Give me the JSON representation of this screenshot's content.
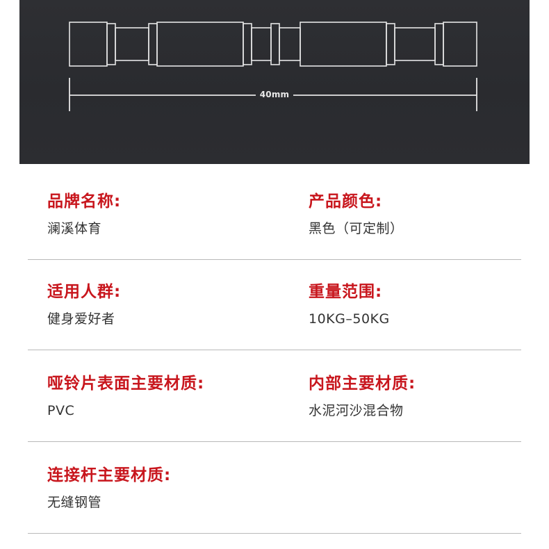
{
  "banner": {
    "dimension_label": "40mm"
  },
  "specs": [
    {
      "left": {
        "label": "品牌名称:",
        "value": "澜溪体育"
      },
      "right": {
        "label": "产品颜色:",
        "value": "黑色（可定制）"
      }
    },
    {
      "left": {
        "label": "适用人群:",
        "value": "健身爱好者"
      },
      "right": {
        "label": "重量范围:",
        "value": "10KG–50KG"
      }
    },
    {
      "left": {
        "label": "哑铃片表面主要材质:",
        "value": "PVC"
      },
      "right": {
        "label": "内部主要材质:",
        "value": "水泥河沙混合物"
      }
    },
    {
      "left": {
        "label": "连接杆主要材质:",
        "value": "无缝钢管"
      }
    }
  ]
}
